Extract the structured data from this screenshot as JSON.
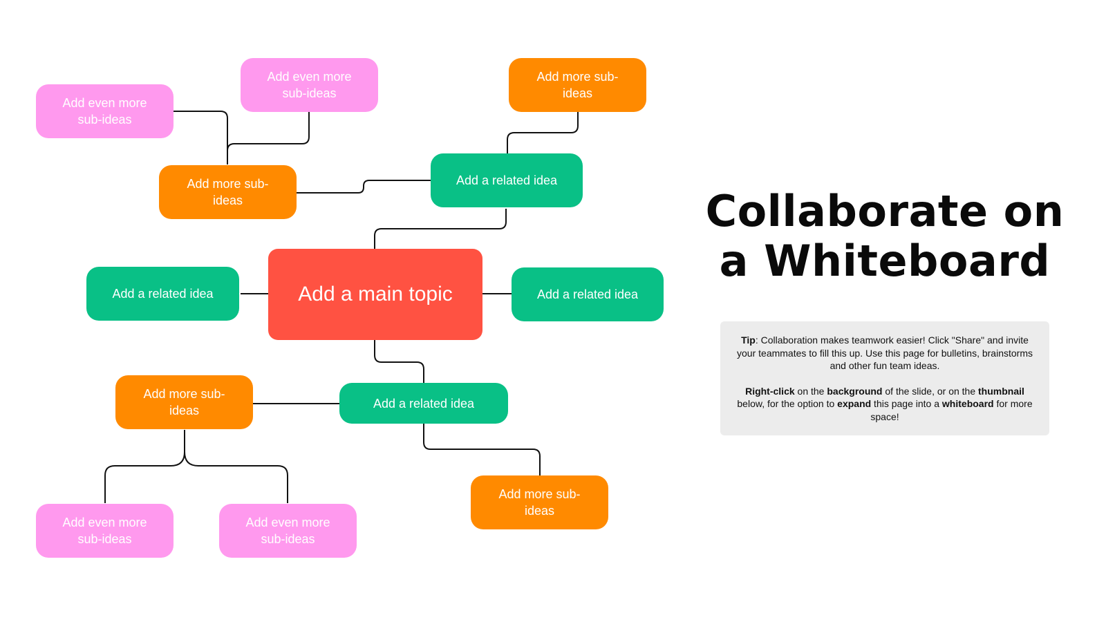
{
  "mindmap": {
    "main_topic": "Add a main topic",
    "related_ideas": [
      "Add a related idea",
      "Add a related idea",
      "Add a related idea",
      "Add a related idea"
    ],
    "more_sub_ideas": [
      "Add more sub-ideas",
      "Add more sub-ideas",
      "Add more sub-ideas",
      "Add more sub-ideas"
    ],
    "even_more_sub_ideas": [
      "Add even more sub-ideas",
      "Add even more sub-ideas",
      "Add even more sub-ideas",
      "Add even more sub-ideas"
    ]
  },
  "title": {
    "line1": "Collaborate on",
    "line2": "a Whiteboard"
  },
  "tip": {
    "p1_label": "Tip",
    "p1_text": ": Collaboration makes teamwork easier! Click \"Share\" and invite your teammates to fill this up. Use this page for bulletins, brainstorms and other fun team ideas.",
    "p2_b1": "Right-click",
    "p2_t1": " on the ",
    "p2_b2": "background",
    "p2_t2": " of the slide, or on the ",
    "p2_b3": "thumbnail",
    "p2_t3": " below, for the option to ",
    "p2_b4": "expand",
    "p2_t4": " this page into a ",
    "p2_b5": "whiteboard",
    "p2_t5": " for more space!"
  },
  "colors": {
    "main": "#ff5242",
    "related": "#09c086",
    "sub": "#ff8a00",
    "subsub": "#ff99ee",
    "connector": "#111111",
    "tip_bg": "#ececec"
  }
}
